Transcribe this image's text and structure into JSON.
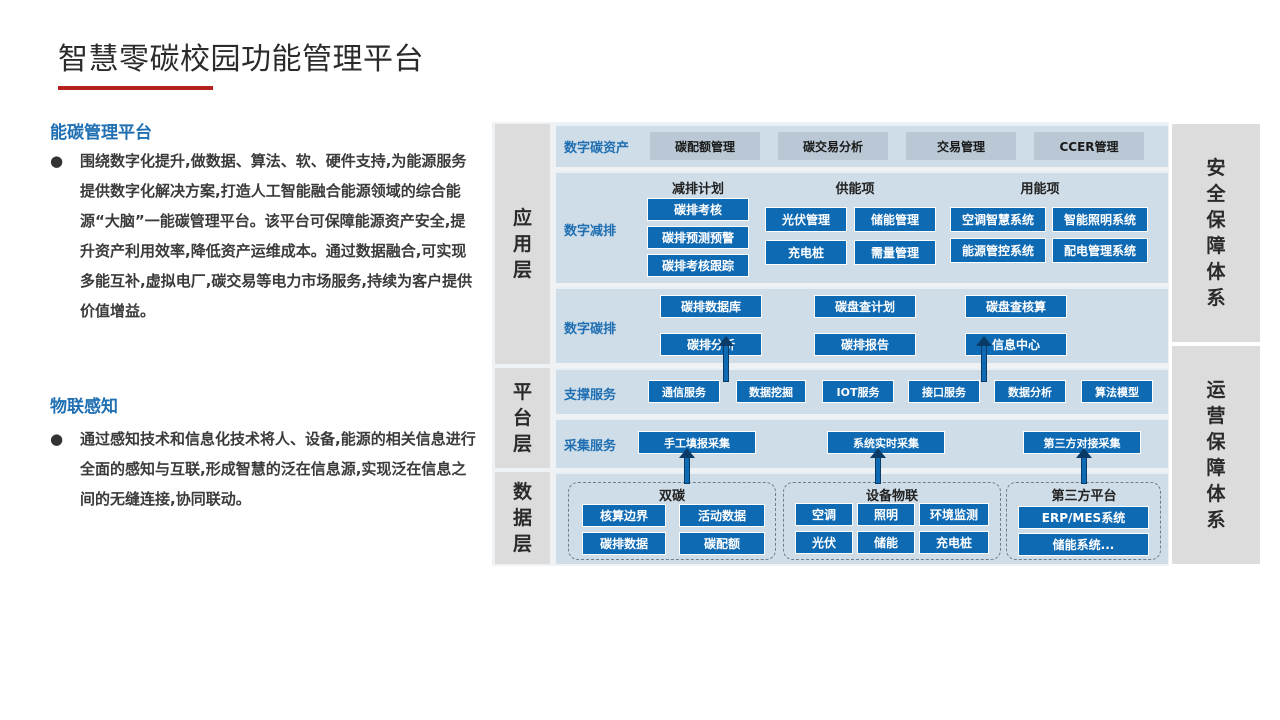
{
  "title": "智慧零碳校园功能管理平台",
  "sections": [
    {
      "heading": "能碳管理平台",
      "bullet": "●",
      "text": "围绕数字化提升,做数据、算法、软、硬件支持,为能源服务提供数字化解决方案,打造人工智能融合能源领域的综合能源“大脑”一能碳管理平台。该平台可保障能源资产安全,提升资产利用效率,降低资产运维成本。通过数据融合,可实现多能互补,虚拟电厂,碳交易等电力市场服务,持续为客户提供价值增益。"
    },
    {
      "heading": "物联感知",
      "bullet": "●",
      "text": "通过感知技术和信息化技术将人、设备,能源的相关信息进行全面的感知与互联,形成智慧的泛在信息源,实现泛在信息之间的无缝连接,协同联动。"
    }
  ],
  "diagram": {
    "layers": {
      "app": "应用层",
      "platform": "平台层",
      "data": "数据层"
    },
    "right": {
      "security": "安全保障体系",
      "ops": "运营保障体系"
    },
    "carbon_assets": {
      "label": "数字碳资产",
      "items": [
        "碳配额管理",
        "碳交易分析",
        "交易管理",
        "CCER管理"
      ]
    },
    "reduction": {
      "label": "数字减排",
      "plan": {
        "head": "减排计划",
        "items": [
          "碳排考核",
          "碳排预测预警",
          "碳排考核跟踪"
        ]
      },
      "supply": {
        "head": "供能项",
        "items": [
          "光伏管理",
          "储能管理",
          "充电桩",
          "需量管理"
        ]
      },
      "use": {
        "head": "用能项",
        "items": [
          "空调智慧系统",
          "智能照明系统",
          "能源管控系统",
          "配电管理系统"
        ]
      }
    },
    "emission": {
      "label": "数字碳排",
      "items": [
        "碳排数据库",
        "碳盘查计划",
        "碳盘查核算",
        "碳排分析",
        "碳排报告",
        "信息中心"
      ]
    },
    "support": {
      "label": "支撑服务",
      "items": [
        "通信服务",
        "数据挖掘",
        "IOT服务",
        "接口服务",
        "数据分析",
        "算法模型"
      ]
    },
    "collect": {
      "label": "采集服务",
      "items": [
        "手工填报采集",
        "系统实时采集",
        "第三方对接采集"
      ]
    },
    "groups": {
      "dual": {
        "head": "双碳",
        "items": [
          "核算边界",
          "活动数据",
          "碳排数据",
          "碳配额"
        ]
      },
      "iot": {
        "head": "设备物联",
        "items": [
          "空调",
          "照明",
          "环境监测",
          "光伏",
          "储能",
          "充电桩"
        ]
      },
      "third": {
        "head": "第三方平台",
        "items": [
          "ERP/MES系统",
          "储能系统..."
        ]
      }
    }
  }
}
